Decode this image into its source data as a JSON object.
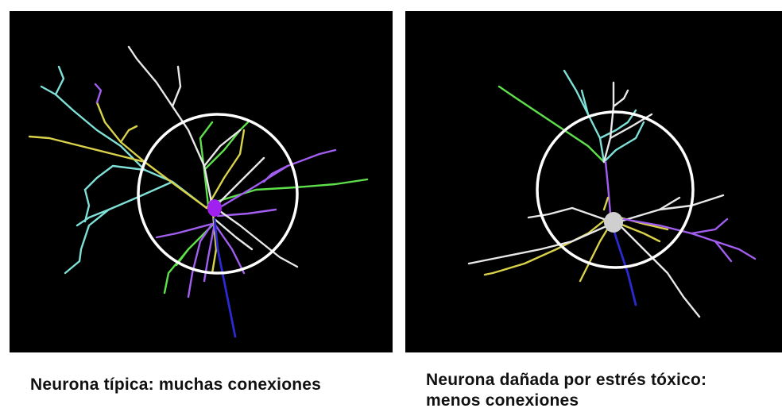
{
  "captions": {
    "left": "Neurona típica: muchas conexiones",
    "right_line1": "Neurona dañada por estrés tóxico:",
    "right_line2": "menos conexiones"
  },
  "colors": {
    "background": "#000000",
    "circle": "#ffffff",
    "cyan": "#7fe0d8",
    "yellow": "#d9d24a",
    "green": "#5ee04a",
    "purple": "#a25ef0",
    "white": "#e8e8e8",
    "blue": "#2a2ad0",
    "soma_healthy": "#a020f0",
    "soma_damaged": "#cfcfcf"
  }
}
